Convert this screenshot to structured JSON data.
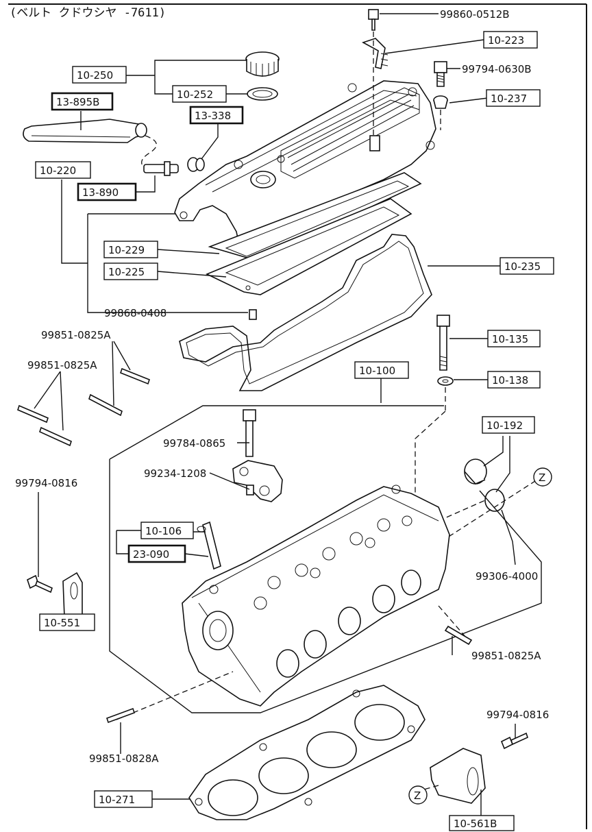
{
  "header": "(ベルト クドウシヤ -7611)",
  "labels": {
    "p_10_250": "10-250",
    "p_10_252": "10-252",
    "p_13_895b": "13-895B",
    "p_13_338": "13-338",
    "p_10_220": "10-220",
    "p_13_890": "13-890",
    "p_10_229": "10-229",
    "p_10_225": "10-225",
    "p_99868_0408": "99868-0408",
    "p_10_223": "10-223",
    "p_99860_0512b": "99860-0512B",
    "p_99794_0630b": "99794-0630B",
    "p_10_237": "10-237",
    "p_10_235": "10-235",
    "p_10_135": "10-135",
    "p_10_138": "10-138",
    "p_10_100": "10-100",
    "p_10_192": "10-192",
    "p_99851_0825a_1": "99851-0825A",
    "p_99851_0825a_2": "99851-0825A",
    "p_99851_0825a_3": "99851-0825A",
    "p_99784_0865": "99784-0865",
    "p_99234_1208": "99234-1208",
    "p_10_106": "10-106",
    "p_23_090": "23-090",
    "p_99794_0816_1": "99794-0816",
    "p_10_551": "10-551",
    "p_99306_4000": "99306-4000",
    "p_99851_0828a": "99851-0828A",
    "p_10_271": "10-271",
    "p_99794_0816_2": "99794-0816",
    "p_10_561b": "10-561B",
    "z1": "Z",
    "z2": "Z"
  }
}
